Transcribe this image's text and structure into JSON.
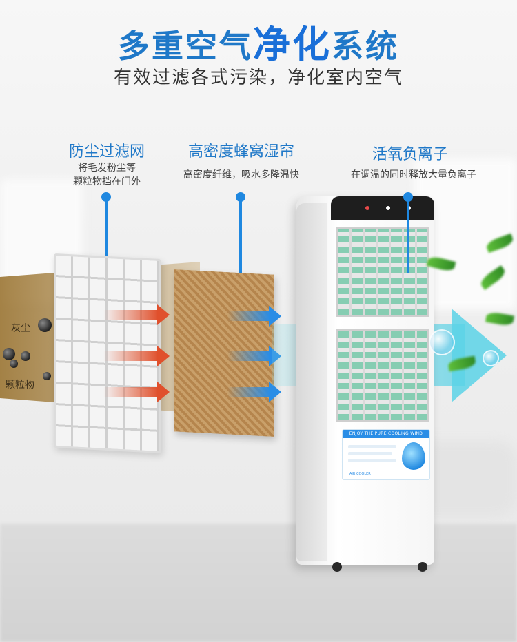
{
  "header": {
    "title_part1": "多重空气",
    "title_strong": "净化",
    "title_part2": "系统",
    "subtitle": "有效过滤各式污染，净化室内空气"
  },
  "features": [
    {
      "title": "防尘过滤网",
      "desc_line1": "将毛发粉尘等",
      "desc_line2": "颗粒物挡在门外"
    },
    {
      "title": "高密度蜂窝湿帘",
      "desc_line1": "高密度纤维，吸水多降温快"
    },
    {
      "title": "活氧负离子",
      "desc_line1": "在调温的同时释放大量负离子"
    }
  ],
  "dust_labels": {
    "dust": "灰尘",
    "particles": "颗粒物"
  },
  "product_label": {
    "header": "ENJOY THE PURE COOLING WIND",
    "footer": "AIR COOLER"
  },
  "colors": {
    "accent": "#1f78c8",
    "air_red": "#e0502c",
    "air_blue": "#2a8de6",
    "cool_stream": "#5ad2e6"
  }
}
